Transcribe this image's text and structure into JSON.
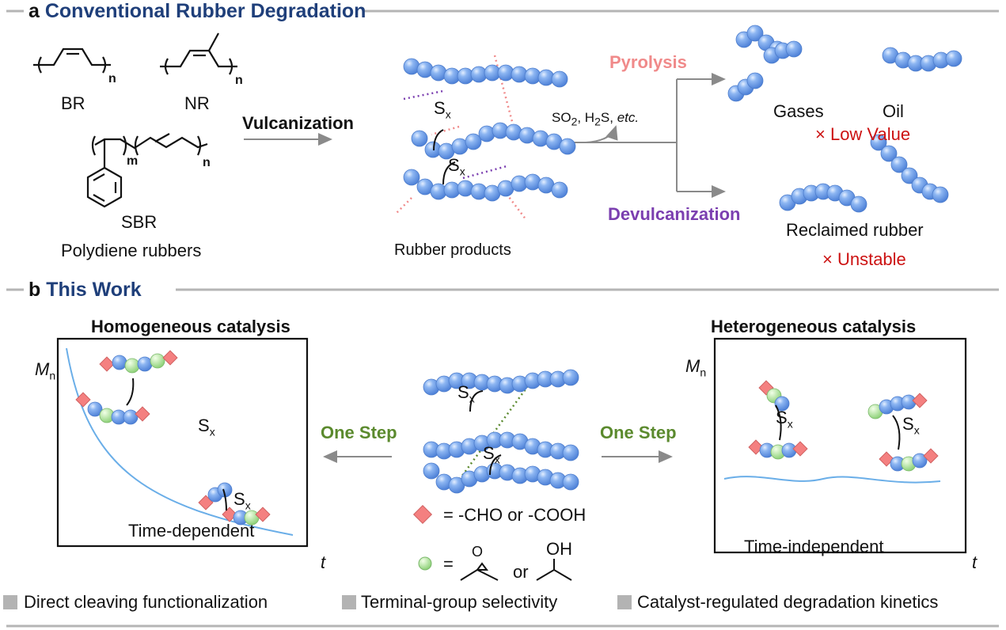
{
  "section_a": {
    "letter": "a",
    "title": "Conventional Rubber Degradation"
  },
  "section_b": {
    "letter": "b",
    "title": "This Work"
  },
  "monomers": {
    "br": "BR",
    "nr": "NR",
    "sbr": "SBR",
    "group_label": "Polydiene rubbers",
    "sub_n": "n",
    "sub_m": "m"
  },
  "vulcanization": "Vulcanization",
  "rubber_products": "Rubber products",
  "sulfur_label": {
    "base": "S",
    "sub": "x"
  },
  "byproducts": {
    "so2": "SO",
    "so2_sub": "2",
    "h2s_sep": ", H",
    "h2s_sub": "2",
    "h2s_rest": "S, ",
    "etc": "etc."
  },
  "pyrolysis": "Pyrolysis",
  "devulcanization": "Devulcanization",
  "gases": "Gases",
  "oil": "Oil",
  "low_value": "× Low Value",
  "reclaimed": "Reclaimed rubber",
  "unstable": "× Unstable",
  "homogeneous": {
    "title": "Homogeneous catalysis",
    "axis_y": "M",
    "axis_y_sub": "n",
    "axis_x": "t",
    "note": "Time-dependent"
  },
  "heterogeneous": {
    "title": "Heterogeneous catalysis",
    "axis_y": "M",
    "axis_y_sub": "n",
    "axis_x": "t",
    "note": "Time-independent"
  },
  "one_step": "One Step",
  "legend": {
    "diamond": "=  -CHO or -COOH",
    "circle_eq": "=",
    "or": "or",
    "oh": "OH",
    "o": "O"
  },
  "features": [
    "Direct cleaving functionalization",
    "Terminal-group selectivity",
    "Catalyst-regulated degradation kinetics"
  ],
  "colors": {
    "navy": "#1f3f7a",
    "pyrolysis": "#f08a8a",
    "devulc": "#7b3fb0",
    "red": "#cc1111",
    "green": "#5b8a2e",
    "bead": "#6f9fe6",
    "curve": "#6aaee8"
  }
}
